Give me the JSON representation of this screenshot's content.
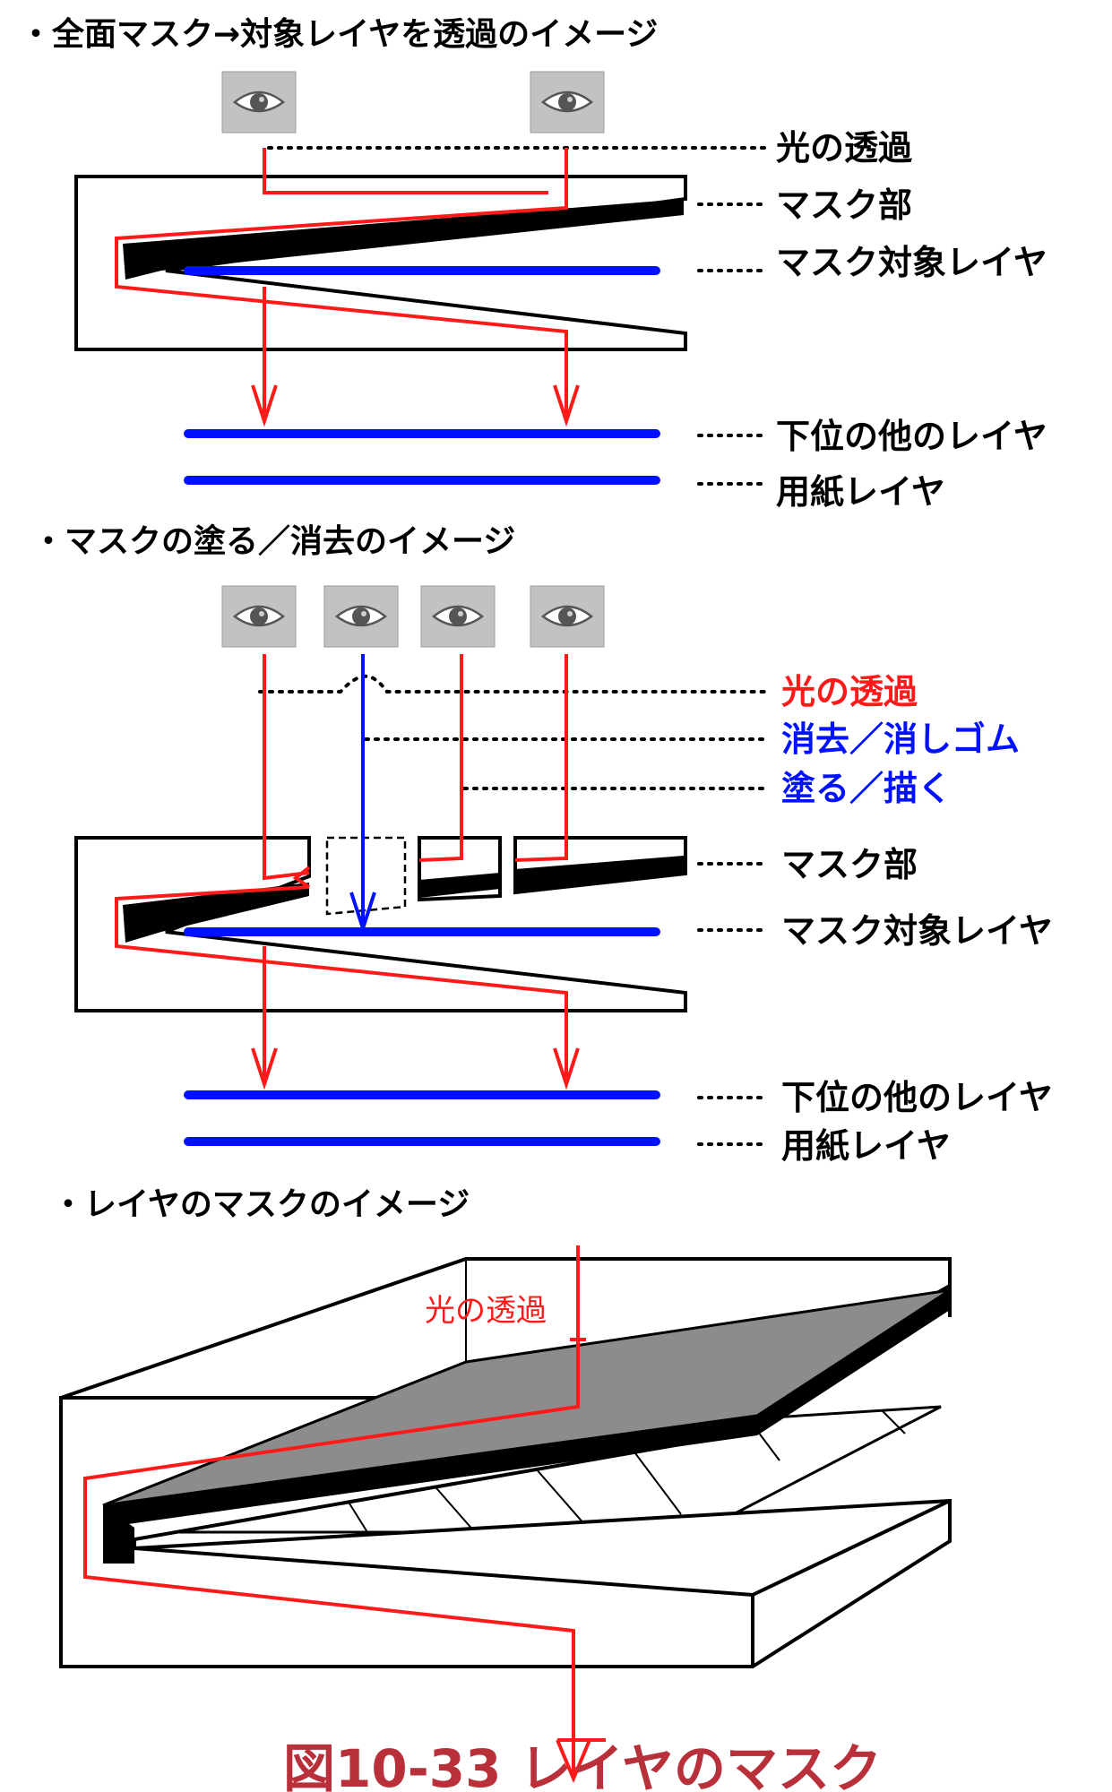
{
  "section1": {
    "heading": "・全面マスク→対象レイヤを透過のイメージ",
    "labels": {
      "light": "光の透過",
      "mask": "マスク部",
      "target": "マスク対象レイヤ",
      "lower": "下位の他のレイヤ",
      "paper": "用紙レイヤ"
    }
  },
  "section2": {
    "heading": "・マスクの塗る／消去のイメージ",
    "labels": {
      "light": "光の透過",
      "erase": "消去／消しゴム",
      "paint": "塗る／描く",
      "mask": "マスク部",
      "target": "マスク対象レイヤ",
      "lower": "下位の他のレイヤ",
      "paper": "用紙レイヤ"
    }
  },
  "section3": {
    "heading": "・レイヤのマスクのイメージ",
    "light_label": "光の透過"
  },
  "caption": "図10-33  レイヤのマスク",
  "colors": {
    "light": "#ff1a1a",
    "erase": "#0011ff",
    "layer": "#0011ff",
    "caption": "#b8303a",
    "mask_surface": "#8c8c8c",
    "eye_button": "#c2c2c2"
  },
  "icons": [
    "eye-icon"
  ]
}
